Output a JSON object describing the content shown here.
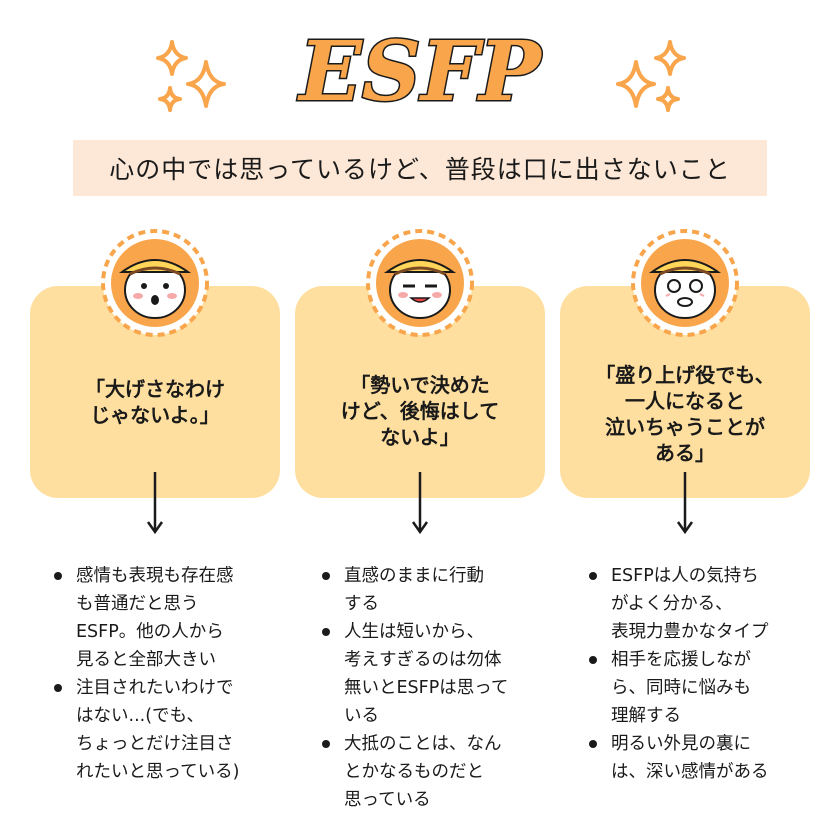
{
  "title": "ESFP",
  "subtitle": "心の中では思っているけど、普段は口に出さないこと",
  "colors": {
    "title_fill": "#f8a54b",
    "title_outline": "#1a1a1a",
    "sparkle": "#f8a54b",
    "subtitle_bg": "#fde8d7",
    "card_bg": "#ffdf9f",
    "avatar_bg": "#f8a54b"
  },
  "columns": [
    {
      "avatar_icon": "surprised-face-icon",
      "quote": "「大げさなわけ\nじゃないよ。」",
      "bullets": [
        "感情も表現も存在感\nも普通だと思う\nESFP。他の人から\n見ると全部大きい",
        "注目されたいわけで\nはない...(でも、\nちょっとだけ注目さ\nれたいと思っている)"
      ]
    },
    {
      "avatar_icon": "smug-face-icon",
      "quote": "「勢いで決めた\nけど、後悔はして\nないよ」",
      "bullets": [
        "直感のままに行動\nする",
        "人生は短いから、\n考えすぎるのは勿体\n無いとESFPは思って\nいる",
        "大抵のことは、なん\nとかなるものだと\n思っている"
      ]
    },
    {
      "avatar_icon": "shocked-face-icon",
      "quote": "「盛り上げ役でも、\n一人になると\n泣いちゃうことが\nある」",
      "bullets": [
        "ESFPは人の気持ち\nがよく分かる、\n表現力豊かなタイプ",
        "相手を応援しなが\nら、同時に悩みも\n理解する",
        "明るい外見の裏に\nは、深い感情がある"
      ]
    }
  ]
}
